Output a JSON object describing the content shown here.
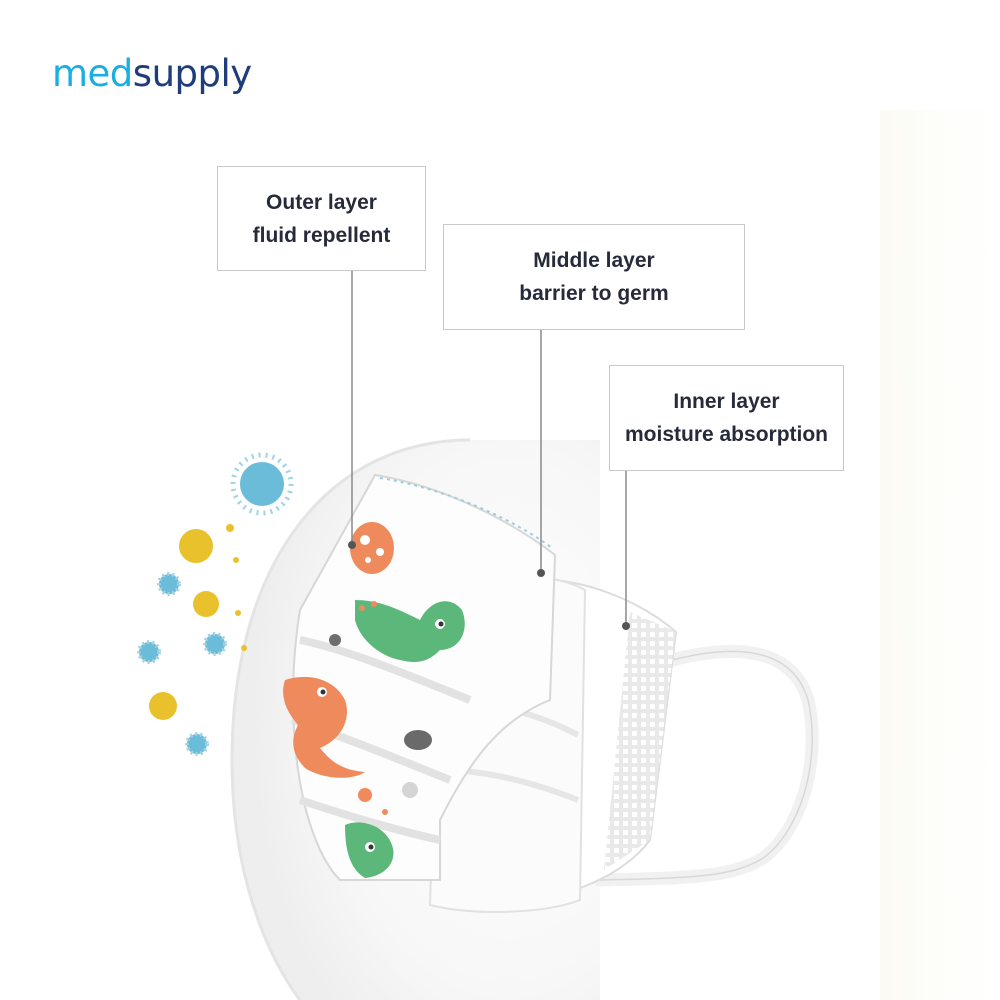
{
  "brand": {
    "name_part1": "med",
    "name_part2": "supply"
  },
  "callouts": {
    "outer": {
      "title": "Outer layer",
      "subtitle": "fluid repellent"
    },
    "middle": {
      "title": "Middle layer",
      "subtitle": "barrier to germ"
    },
    "inner": {
      "title": "Inner layer",
      "subtitle": "moisture absorption"
    }
  },
  "colors": {
    "brand_light_blue": "#1aaee3",
    "brand_dark_blue": "#1f3d7a",
    "dino_green": "#5cb87a",
    "dino_orange": "#ee8a5c",
    "germ_yellow": "#e8c12c",
    "germ_blue": "#5ab3d4"
  }
}
